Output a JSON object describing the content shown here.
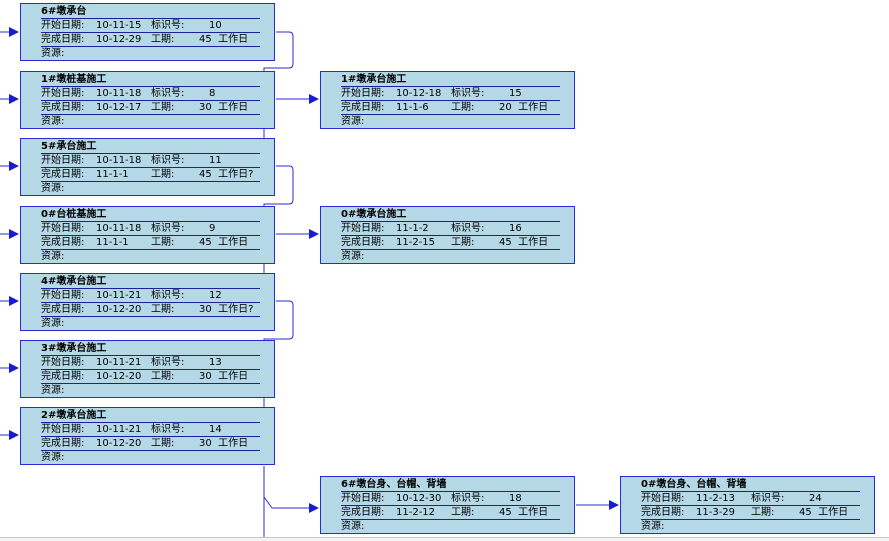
{
  "labels": {
    "start": "开始日期:",
    "finish": "完成日期:",
    "id": "标识号:",
    "duration": "工期:",
    "resource": "资源:"
  },
  "tasks": [
    {
      "name": "6#墩承台",
      "start": "10-11-15",
      "id": "10",
      "finish": "10-12-29",
      "duration": "45",
      "unit": "工作日"
    },
    {
      "name": "1#墩桩基施工",
      "start": "10-11-18",
      "id": "8",
      "finish": "10-12-17",
      "duration": "30",
      "unit": "工作日"
    },
    {
      "name": "5#承台施工",
      "start": "10-11-18",
      "id": "11",
      "finish": "11-1-1",
      "duration": "45",
      "unit": "工作日?"
    },
    {
      "name": "0#台桩基施工",
      "start": "10-11-18",
      "id": "9",
      "finish": "11-1-1",
      "duration": "45",
      "unit": "工作日"
    },
    {
      "name": "4#墩承台施工",
      "start": "10-11-21",
      "id": "12",
      "finish": "10-12-20",
      "duration": "30",
      "unit": "工作日?"
    },
    {
      "name": "3#墩承台施工",
      "start": "10-11-21",
      "id": "13",
      "finish": "10-12-20",
      "duration": "30",
      "unit": "工作日"
    },
    {
      "name": "2#墩承台施工",
      "start": "10-11-21",
      "id": "14",
      "finish": "10-12-20",
      "duration": "30",
      "unit": "工作日"
    },
    {
      "name": "1#墩承台施工",
      "start": "10-12-18",
      "id": "15",
      "finish": "11-1-6",
      "duration": "20",
      "unit": "工作日"
    },
    {
      "name": "0#墩承台施工",
      "start": "11-1-2",
      "id": "16",
      "finish": "11-2-15",
      "duration": "45",
      "unit": "工作日"
    },
    {
      "name": "6#墩台身、台帽、背墙",
      "start": "10-12-30",
      "id": "18",
      "finish": "11-2-12",
      "duration": "45",
      "unit": "工作日"
    },
    {
      "name": "0#墩台身、台帽、背墙",
      "start": "11-2-13",
      "id": "24",
      "finish": "11-3-29",
      "duration": "45",
      "unit": "工作日"
    }
  ]
}
